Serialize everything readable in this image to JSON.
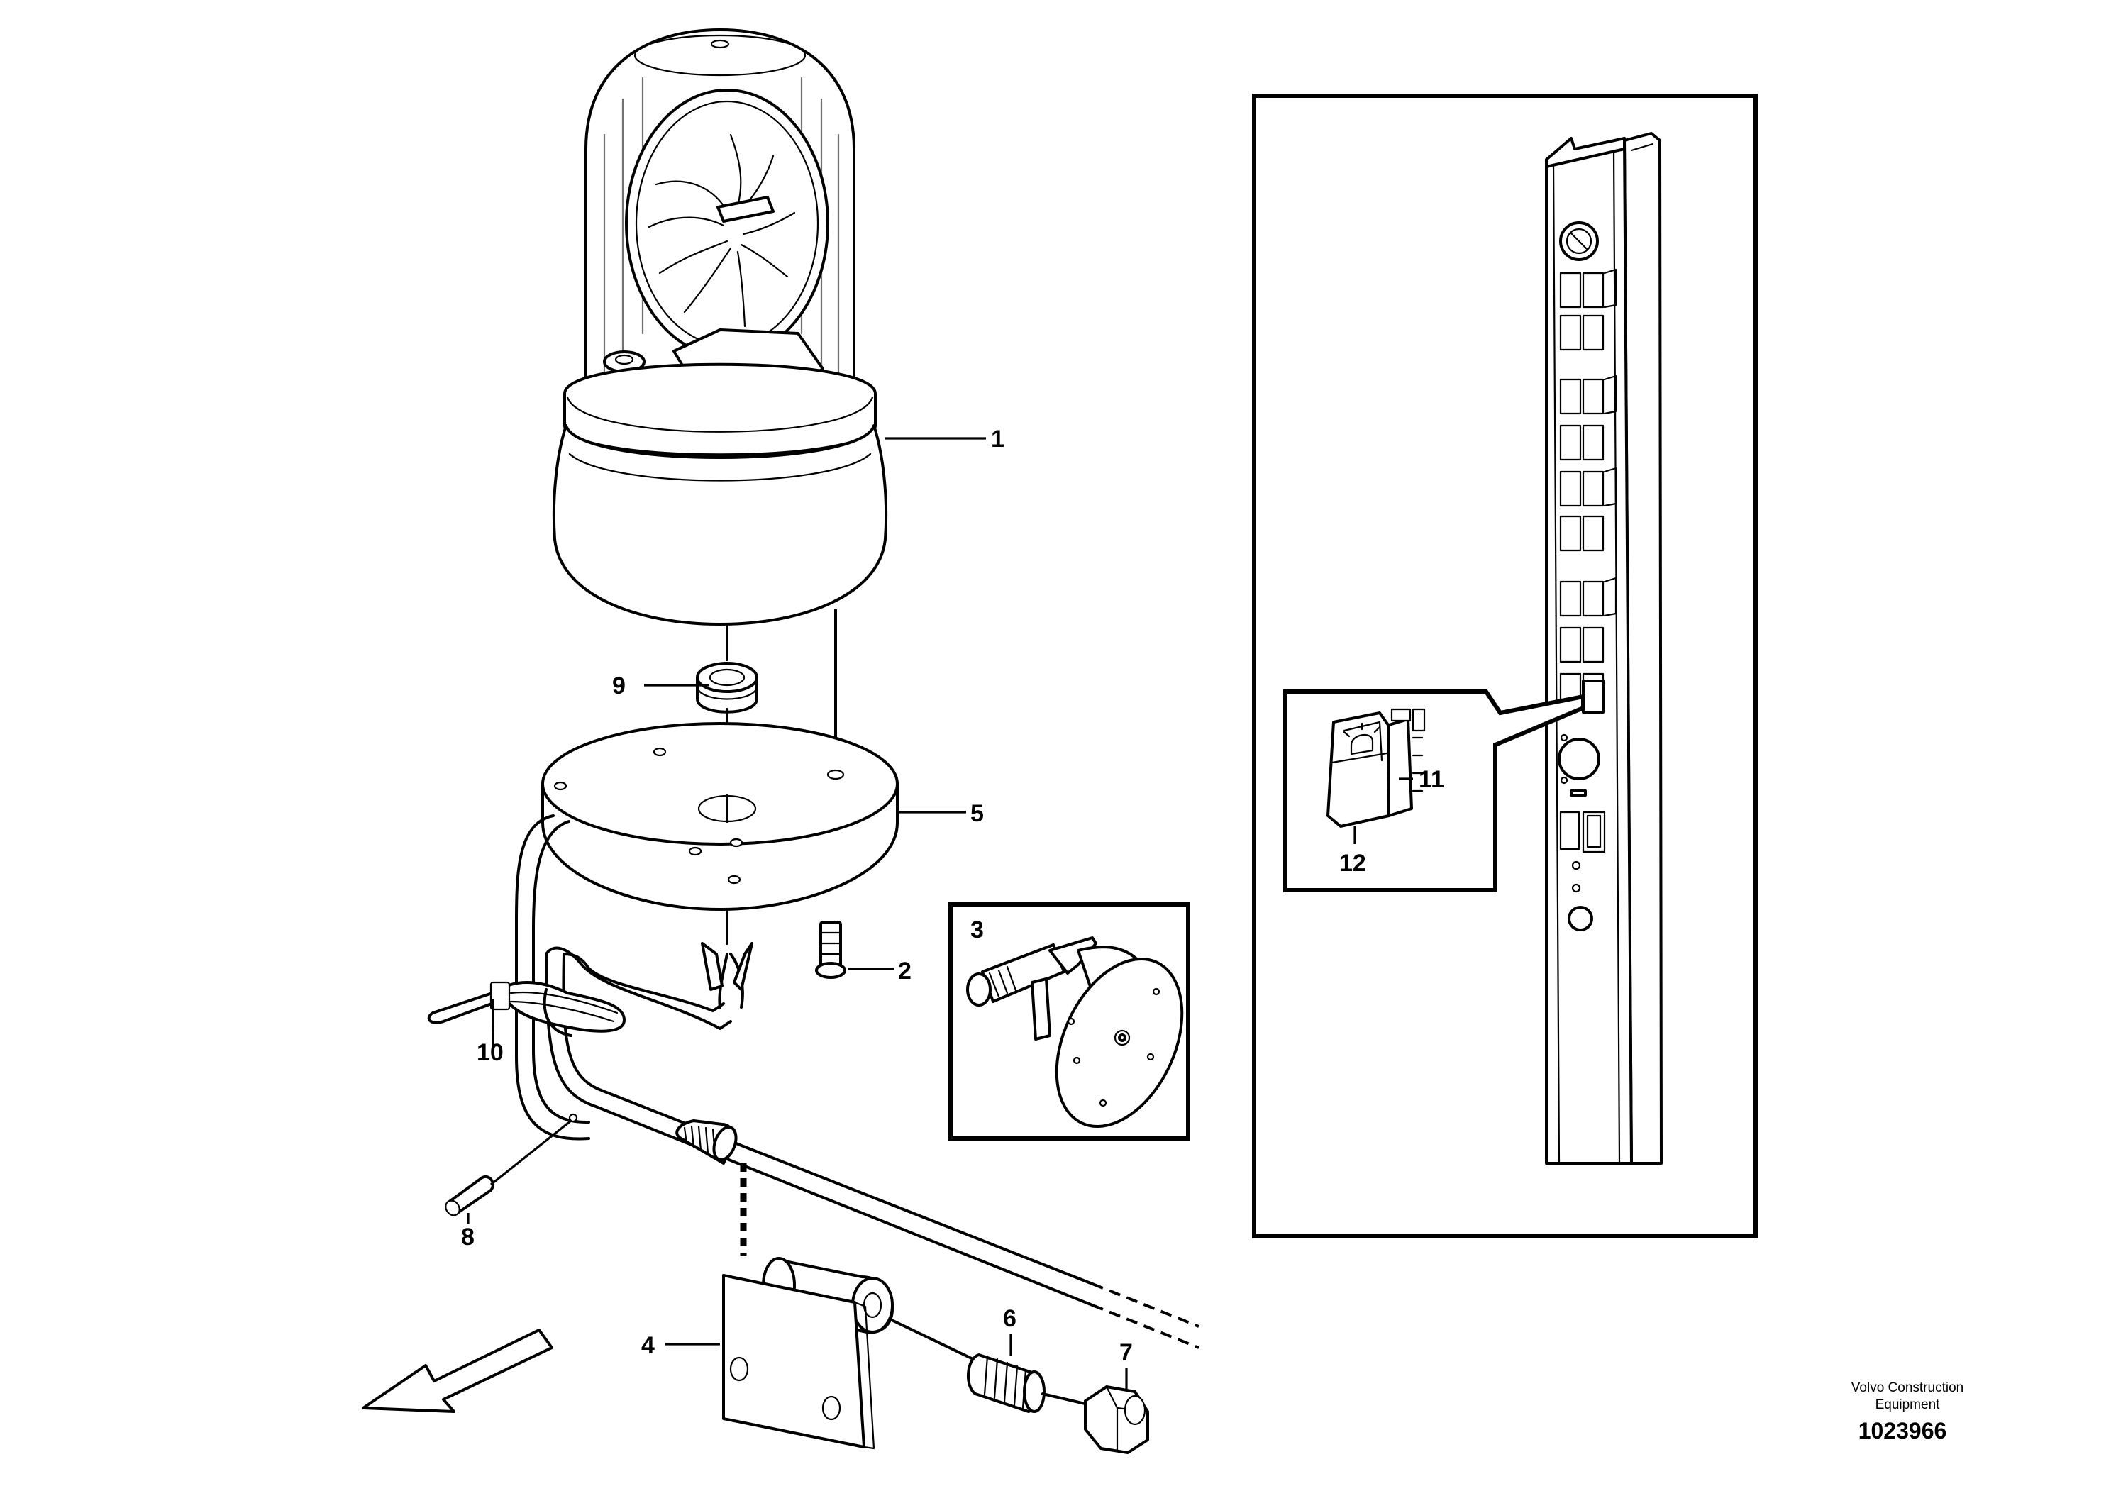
{
  "callouts": {
    "c1": "1",
    "c2": "2",
    "c3": "3",
    "c4": "4",
    "c5": "5",
    "c6": "6",
    "c7": "7",
    "c8": "8",
    "c9": "9",
    "c10": "10",
    "c11": "11",
    "c12": "12"
  },
  "footer": {
    "company_line1": "Volvo Construction",
    "company_line2": "Equipment",
    "drawing_number": "1023966"
  }
}
